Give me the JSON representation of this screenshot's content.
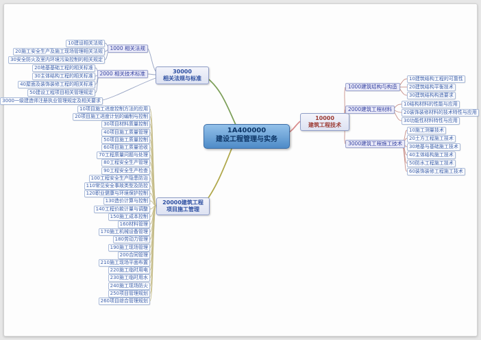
{
  "root": {
    "code": "1A400000",
    "title": "建设工程管理与实务"
  },
  "branches": {
    "standards": {
      "code": "30000",
      "title": "相关法规与标准",
      "laws": {
        "label": "1000 相关法规",
        "items": [
          "10建设相关法规",
          "20施工安全生产及施工现场管理相关法规",
          "30安全防火及室内环境污染控制的相关规定"
        ]
      },
      "techStandards": {
        "label": "2000 相关技术标准",
        "items": [
          "20地基基础工程的相关标准",
          "30主体结构工程的相关标准",
          "40屋面及装饰装修工程的相关标准",
          "50建设工程项目相关管理规定"
        ]
      },
      "registration": "3000一级建造师注册执业管理规定及相关要求"
    },
    "management": {
      "code": "20000建筑工程",
      "title": "项目施工管理",
      "items": [
        "10项目施工进度控制方法的应用",
        "20项目施工进度计划的编制与控制",
        "30项目材料质量控制",
        "40项目施工质量管理",
        "50项目施工质量控制",
        "60项目施工质量验收",
        "70工程质量问题与处理",
        "80工程安全生产管理",
        "90工程安全生产检查",
        "100工程安全生产隐患防治",
        "110常见安全事故类型及防控",
        "120职业健康与环境保护控制",
        "130造价计算与控制",
        "140工程价款计量与调整",
        "150施工成本控制",
        "160材料管理",
        "170施工机械设备管理",
        "180劳动力管理",
        "190施工现场管理",
        "200合同管理",
        "210施工现场平面布置",
        "220施工临时用电",
        "230施工临时用水",
        "240施工现场防火",
        "250项目管理规划",
        "260项目综合管理规划"
      ]
    },
    "technology": {
      "code": "10000",
      "title": "建筑工程技术",
      "structure": {
        "label": "1000建筑结构与构造",
        "items": [
          "10建筑结构工程的可靠性",
          "20建筑结构平衡技术",
          "30建筑结构构造要求"
        ]
      },
      "materials": {
        "label": "2000建筑工程材料",
        "items": [
          "10结构材料的性能与应用",
          "20装饰装修材料的技术特性与应用",
          "30功能性材料特性与应用"
        ]
      },
      "construction": {
        "label": "3000建筑工程施工技术",
        "items": [
          "10施工测量技术",
          "20土方工程施工技术",
          "30地基与基础施工技术",
          "40主体结构施工技术",
          "50防水工程施工技术",
          "60装饰装修工程施工技术"
        ]
      }
    }
  },
  "colors": {
    "standards_branch_line": "#7da05a",
    "management_branch_line": "#b0a84b",
    "technology_branch_line": "#d98c8c",
    "central_fill": "#4e8bc8",
    "node_text": "#3b5ea9"
  }
}
